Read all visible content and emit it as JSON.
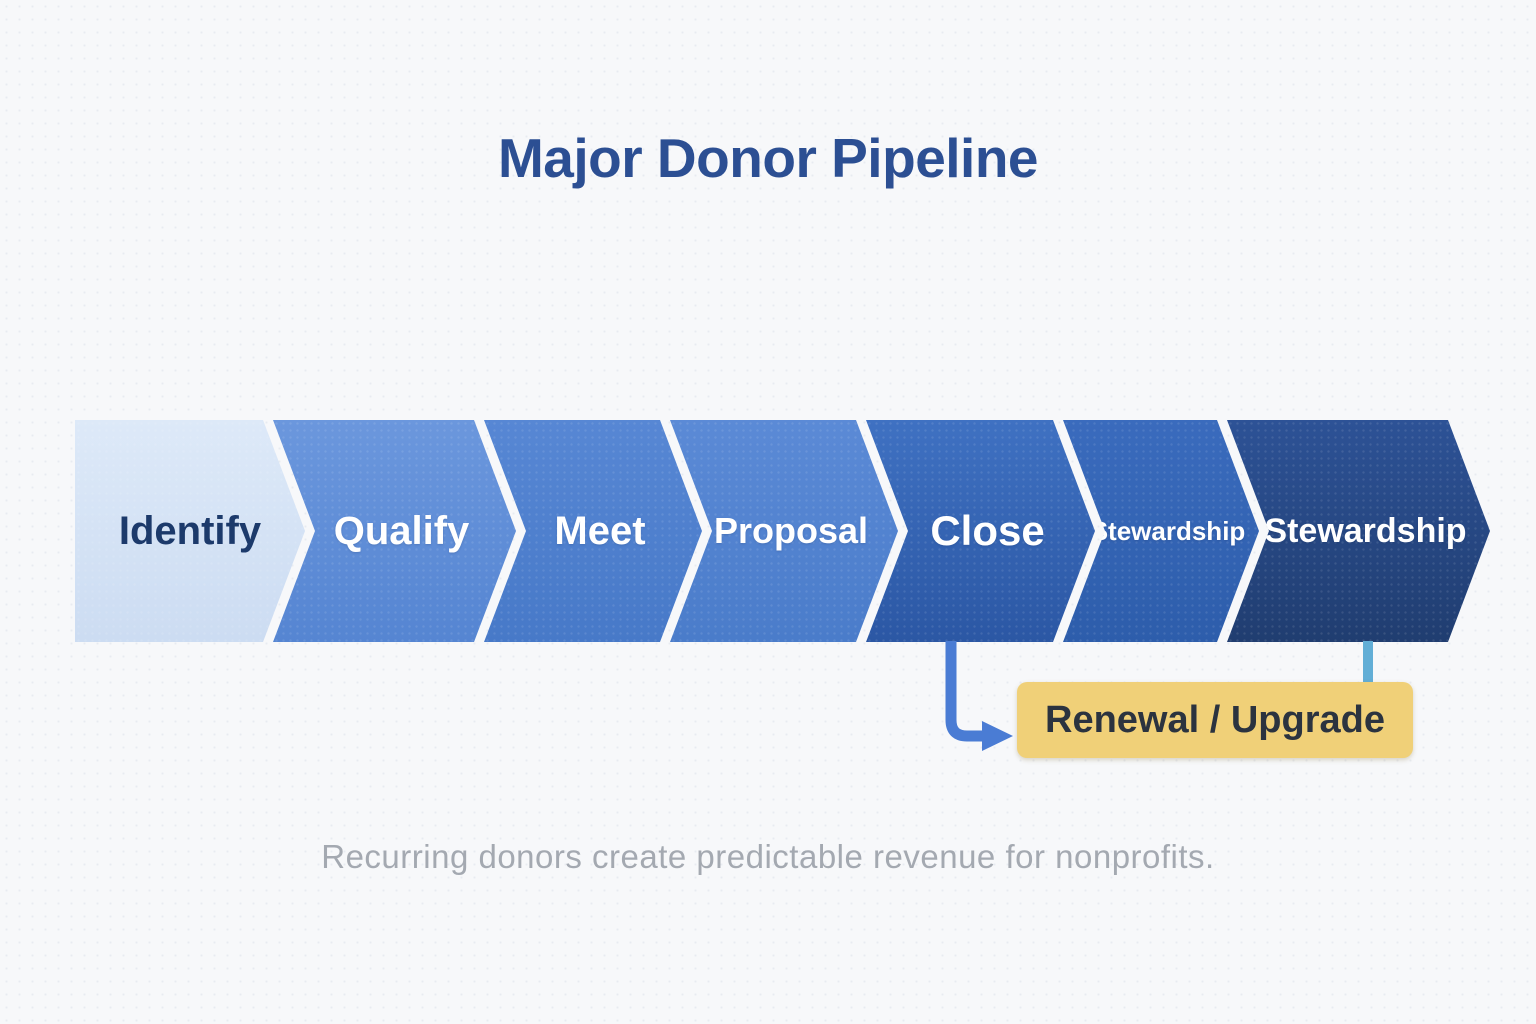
{
  "title": "Major Donor Pipeline",
  "caption": "Recurring donors create predictable revenue for nonprofits.",
  "pipeline": {
    "stages": [
      {
        "label": "Identify",
        "fill_top": "#dde9f8",
        "fill_bottom": "#ccdcf2",
        "text_color": "#1c3a6b"
      },
      {
        "label": "Qualify",
        "fill_top": "#6b97dd",
        "fill_bottom": "#5585d2",
        "text_color": "#ffffff"
      },
      {
        "label": "Meet",
        "fill_top": "#5787d4",
        "fill_bottom": "#4779c8",
        "text_color": "#ffffff"
      },
      {
        "label": "Proposal",
        "fill_top": "#5b8ad6",
        "fill_bottom": "#4a7cca",
        "text_color": "#ffffff"
      },
      {
        "label": "Close",
        "fill_top": "#3f71c2",
        "fill_bottom": "#2b57a4",
        "text_color": "#ffffff"
      },
      {
        "label": "Stewardship",
        "fill_top": "#3a6bbd",
        "fill_bottom": "#2d5dab",
        "text_color": "#ffffff"
      },
      {
        "label": "Stewardship",
        "fill_top": "#2d5296",
        "fill_bottom": "#203d70",
        "text_color": "#ffffff"
      }
    ]
  },
  "renewal_box": {
    "label": "Renewal / Upgrade",
    "fill": "#f0d078",
    "text_color": "#2b333f"
  },
  "connectors": {
    "close_arrow_color": "#4a7cd4",
    "stewardship_line_color": "#62aed6"
  },
  "colors": {
    "background": "#f7f8fa",
    "title": "#2c4f93",
    "caption": "#a4a9b1"
  }
}
